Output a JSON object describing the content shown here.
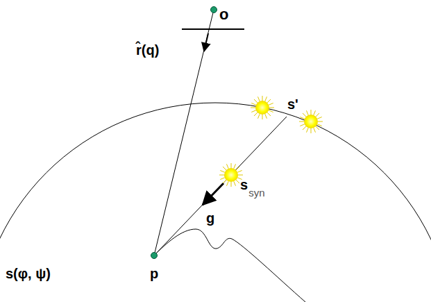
{
  "diagram": {
    "labels": [
      "o",
      "r̂(q)",
      "s'",
      "s",
      "syn",
      "g",
      "p",
      "s(φ, ψ)"
    ]
  }
}
